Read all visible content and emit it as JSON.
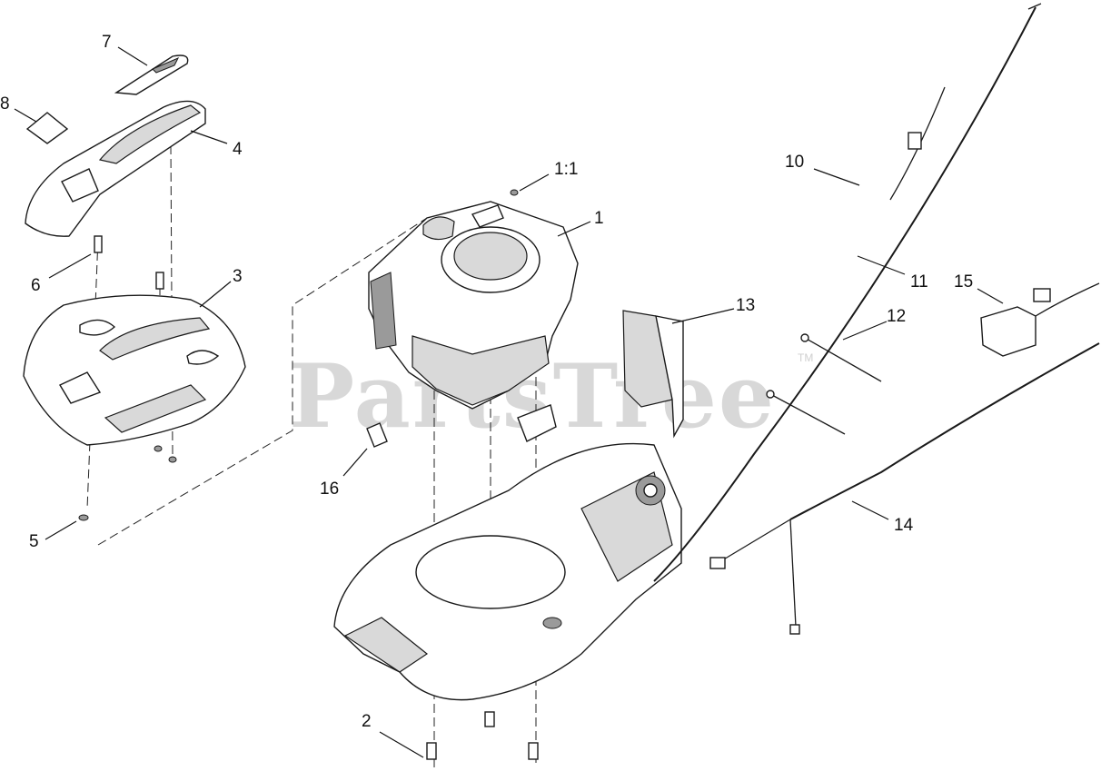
{
  "watermark": {
    "text": "PartsTree",
    "trademark": "TM"
  },
  "callouts": [
    {
      "id": "7",
      "label": "7"
    },
    {
      "id": "8",
      "label": "8"
    },
    {
      "id": "4",
      "label": "4"
    },
    {
      "id": "6",
      "label": "6"
    },
    {
      "id": "3",
      "label": "3"
    },
    {
      "id": "5",
      "label": "5"
    },
    {
      "id": "1-1",
      "label": "1:1"
    },
    {
      "id": "1",
      "label": "1"
    },
    {
      "id": "16",
      "label": "16"
    },
    {
      "id": "13",
      "label": "13"
    },
    {
      "id": "10",
      "label": "10"
    },
    {
      "id": "11",
      "label": "11"
    },
    {
      "id": "12",
      "label": "12"
    },
    {
      "id": "15",
      "label": "15"
    },
    {
      "id": "14",
      "label": "14"
    },
    {
      "id": "2",
      "label": "2"
    }
  ]
}
